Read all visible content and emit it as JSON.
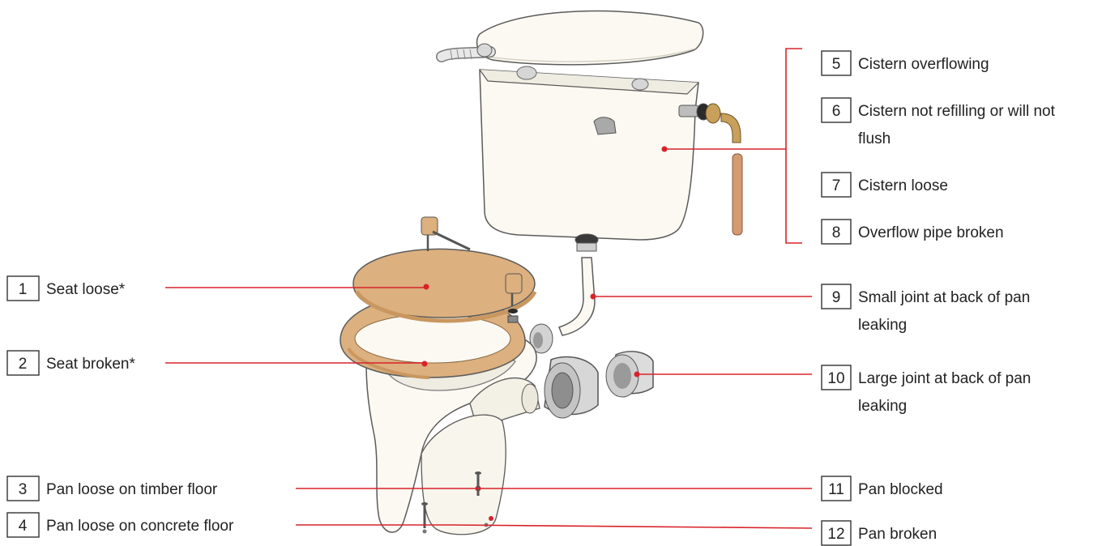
{
  "colors": {
    "leader": "#d8232a",
    "dot": "#d8232a",
    "ceramic": "#fbf9f2",
    "ceramic_shadow": "#e9e5d8",
    "seat": "#dcb07f",
    "seat_dark": "#c9975f",
    "metal": "#c9c9c9",
    "copper": "#d49a72",
    "brass": "#c9a05a"
  },
  "labels": {
    "l1": {
      "num": "1",
      "text": "Seat loose*"
    },
    "l2": {
      "num": "2",
      "text": "Seat broken*"
    },
    "l3": {
      "num": "3",
      "text": "Pan loose on timber floor"
    },
    "l4": {
      "num": "4",
      "text": "Pan loose on concrete floor"
    },
    "l5": {
      "num": "5",
      "text": "Cistern overflowing"
    },
    "l6": {
      "num": "6",
      "line1": "Cistern not refilling or will not",
      "line2": "flush"
    },
    "l7": {
      "num": "7",
      "text": "Cistern loose"
    },
    "l8": {
      "num": "8",
      "text": "Overflow pipe broken"
    },
    "l9": {
      "num": "9",
      "line1": "Small joint at back of pan",
      "line2": "leaking"
    },
    "l10": {
      "num": "10",
      "line1": "Large joint at back of pan",
      "line2": "leaking"
    },
    "l11": {
      "num": "11",
      "text": "Pan blocked"
    },
    "l12": {
      "num": "12",
      "text": "Pan broken"
    }
  },
  "icons": [
    "toilet-pan",
    "cistern",
    "cistern-lid",
    "toilet-seat",
    "flush-pipe",
    "pan-connector",
    "screws"
  ]
}
